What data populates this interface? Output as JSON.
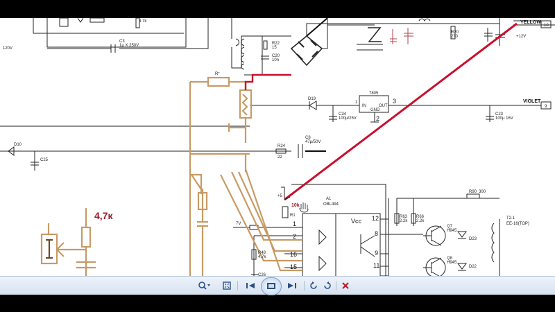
{
  "viewer": {
    "title": "Photo Viewer",
    "schematic": {
      "labels": {
        "yellow": "YELLOW",
        "violet": "VIOLET",
        "pin10": "10",
        "pin9": "9",
        "reg": "7805",
        "reg_in": "IN",
        "reg_out": "OUT",
        "reg_gnd": "GND",
        "reg_pin3": "3",
        "reg_pin1": "1",
        "reg_pin2": "2",
        "c3": "C3",
        "c3v": "1µ X 250V",
        "r22": "R22",
        "r22v": "15",
        "c20": "C20",
        "c20v": "10n",
        "r20": "R20",
        "r20v": "270",
        "plus12": "+12V",
        "d19": "D19",
        "c34": "C34",
        "c34v": "100µ/25V",
        "c23": "C23",
        "c23v": "100µ 16V",
        "d10": "D10",
        "c25": "C25",
        "r24": "R24",
        "r24v": "22",
        "c8": "C8",
        "c8v": "47µ/50V",
        "a1": "A1",
        "a1v": "OBL494",
        "vcc": "Vcc",
        "r90": "R90",
        "r90v": "300",
        "t21": "T2.1",
        "t21v": "EE-16(TOP)",
        "r63": "R63",
        "r63v": "2.2k",
        "r66": "R66",
        "r66v": "2.2k",
        "q7": "Q7",
        "q7v": "H945",
        "q8": "Q8",
        "q8v": "H945",
        "d23": "D23",
        "d22": "D22",
        "rstar": "R*",
        "knob": "10k",
        "r1": "R1",
        "r48": "R48",
        "r48v": "4.7k",
        "c26": "C26",
        "plus5": "+5",
        "misc1": "3.7k",
        "misc2": "7V",
        "big": "4,7к",
        "left_top": "120V"
      },
      "pins": {
        "p12": "12",
        "p1": "1",
        "p2": "2",
        "p16": "16",
        "p15": "15",
        "p8": "8",
        "p9": "9",
        "p11": "11"
      }
    }
  },
  "toolbar": {
    "zoom": "Zoom",
    "fit": "Actual size",
    "prev": "Previous",
    "slideshow": "Play slide show",
    "next": "Next",
    "rotate_ccw": "Rotate counterclockwise",
    "rotate_cw": "Rotate clockwise",
    "delete": "Delete"
  },
  "colors": {
    "accent_red": "#c8102e",
    "brown": "#c89a63",
    "schem": "#111111",
    "toolbar": "#2a4f86"
  }
}
